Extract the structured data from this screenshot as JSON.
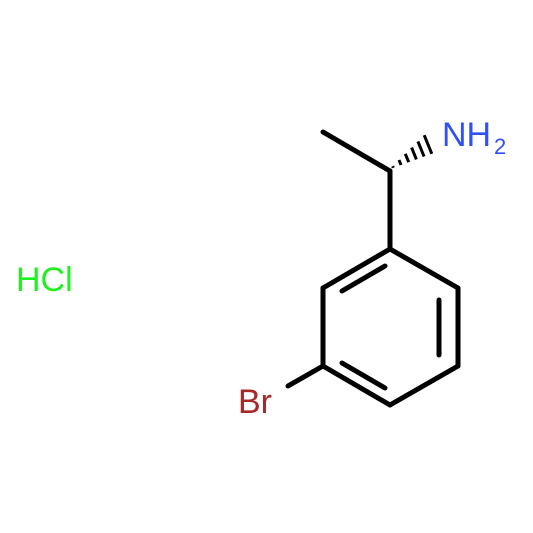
{
  "molecule": {
    "atoms": {
      "amine": {
        "label": "NH",
        "subscript": "2",
        "color": "#3050F8"
      },
      "bromine": {
        "label": "Br",
        "color": "#A62929"
      }
    },
    "salt": {
      "label": "HCl",
      "color": "#1FF01F"
    },
    "bond_color": "#000000"
  }
}
